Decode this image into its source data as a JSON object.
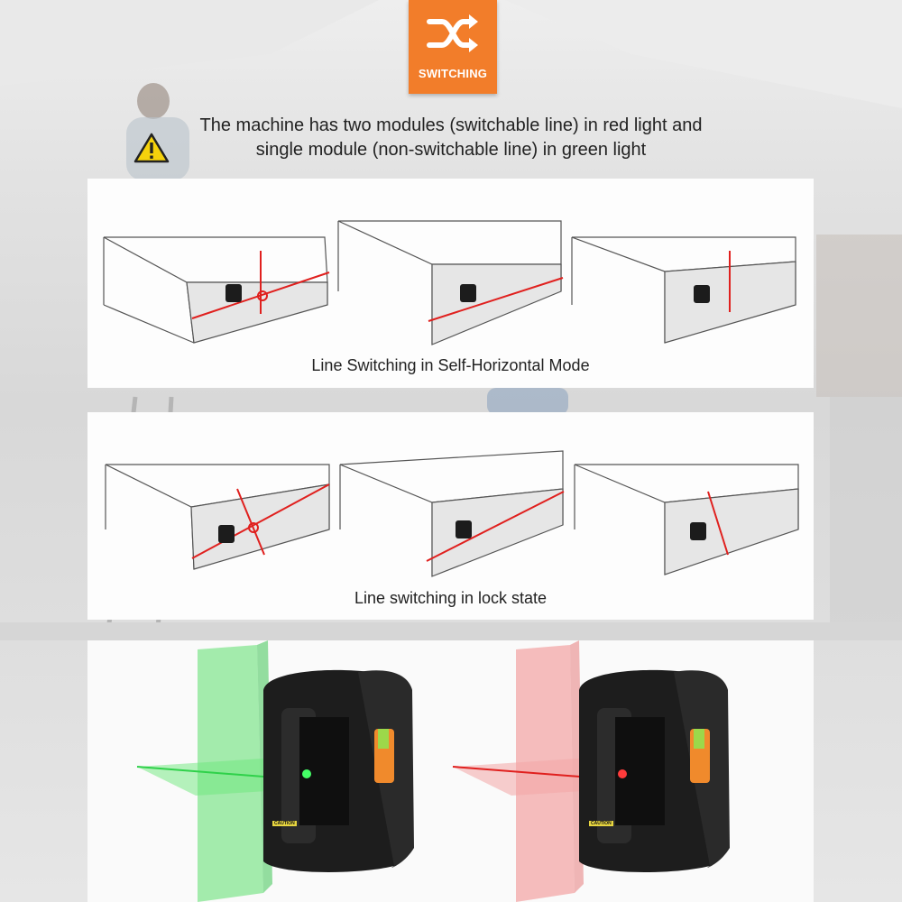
{
  "badge": {
    "label": "SWITCHING",
    "icon": "switch-arrows-icon",
    "color": "#f27d2a"
  },
  "headline": {
    "line1": "The machine has two modules (switchable line) in red light and",
    "line2": "single module (non-switchable line) in green light"
  },
  "warning_icon": "warning-triangle-icon",
  "panels": [
    {
      "caption": "Line Switching in Self-Horizontal Mode"
    },
    {
      "caption": "Line switching in lock state"
    }
  ],
  "laser_colors": {
    "red": "#e0201e",
    "green": "#2fd14a"
  },
  "device_labels": {
    "caution_left": "CAUTION",
    "caution_right": "CAUTION"
  }
}
